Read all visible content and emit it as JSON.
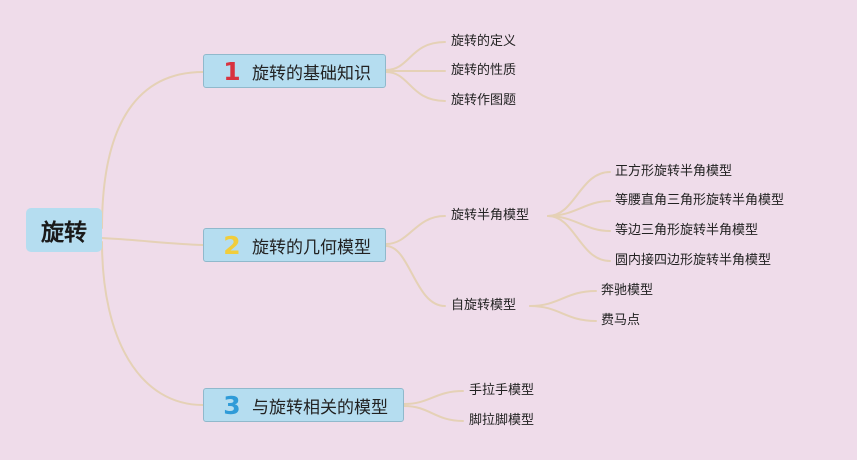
{
  "root": {
    "label": "旋转"
  },
  "colors": {
    "background": "#efdcea",
    "node_fill": "#b5ddf0",
    "connector": "#e5d1b6",
    "num1": "#d8323f",
    "num2": "#f1cd3c",
    "num3": "#2f9bd8"
  },
  "branches": [
    {
      "number": "1",
      "label": "旋转的基础知识",
      "children": [
        "旋转的定义",
        "旋转的性质",
        "旋转作图题"
      ]
    },
    {
      "number": "2",
      "label": "旋转的几何模型",
      "groups": [
        {
          "label": "旋转半角模型",
          "children": [
            "正方形旋转半角模型",
            "等腰直角三角形旋转半角模型",
            "等边三角形旋转半角模型",
            "圆内接四边形旋转半角模型"
          ]
        },
        {
          "label": "自旋转模型",
          "children": [
            "奔驰模型",
            "费马点"
          ]
        }
      ]
    },
    {
      "number": "3",
      "label": "与旋转相关的模型",
      "children": [
        "手拉手模型",
        "脚拉脚模型"
      ]
    }
  ]
}
